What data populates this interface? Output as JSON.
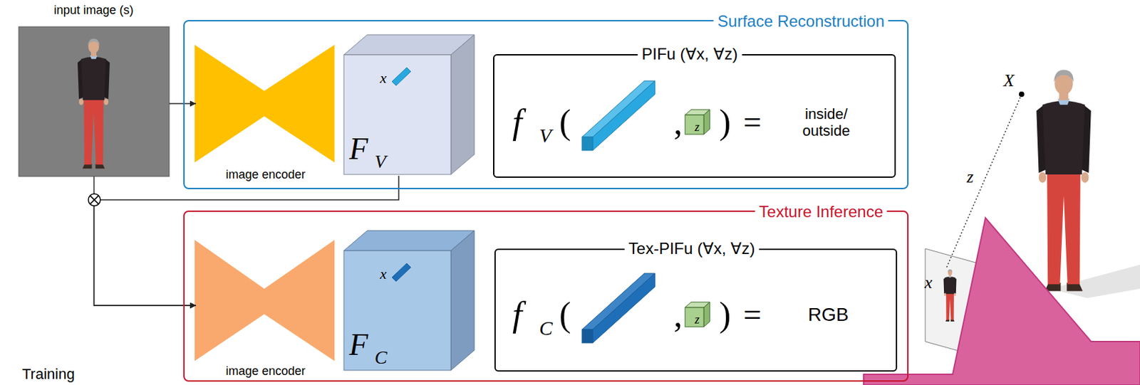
{
  "diagram": {
    "nodes": [
      {
        "text": [
          "input image (s)"
        ]
      },
      {
        "text": [
          "Surface Reconstruction"
        ]
      },
      {
        "text": [
          "image encoder"
        ],
        "in": 1
      },
      {
        "text": [
          "x",
          "F",
          "V"
        ],
        "in": 1
      },
      {
        "text": [
          "PIFu (∀x, ∀z)",
          "f",
          "V",
          "(",
          ",",
          ")",
          "=",
          "inside/ outside"
        ],
        "in": 1
      },
      {
        "text": [
          "z"
        ],
        "in": 4
      },
      {
        "text": [
          "Texture Inference"
        ]
      },
      {
        "text": [
          "image encoder"
        ],
        "in": 6
      },
      {
        "text": [
          "x",
          "F",
          "C"
        ],
        "in": 6
      },
      {
        "text": [
          "Tex-PIFu (∀x, ∀z)",
          "f",
          "C",
          "(",
          ",",
          ")",
          "=",
          "RGB"
        ],
        "in": 6
      },
      {
        "text": [
          "z"
        ],
        "in": 9
      }
    ],
    "edges": [
      {
        "from": 0,
        "to": 2,
        "arrow": "to"
      },
      {
        "from": 0,
        "to": 7,
        "arrow": "to"
      },
      {
        "from": 3,
        "to": 7,
        "arrow": "to"
      }
    ],
    "labels": [
      "Training",
      "X",
      "z",
      "x"
    ]
  }
}
